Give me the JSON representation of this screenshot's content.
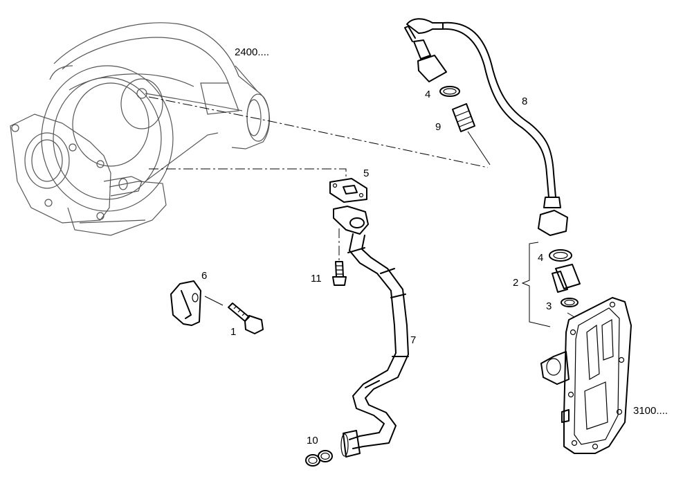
{
  "callouts": {
    "turbo_ref": "2400....",
    "plate_ref": "3100....",
    "bolt": "1",
    "union_kit": "2",
    "o_ring_lower": "3",
    "o_ring_upper": "4",
    "o_ring_lower_kit": "4",
    "gasket": "5",
    "clamp": "6",
    "return_pipe": "7",
    "feed_pipe": "8",
    "union_fitting": "9",
    "washers": "10",
    "screw": "11"
  }
}
